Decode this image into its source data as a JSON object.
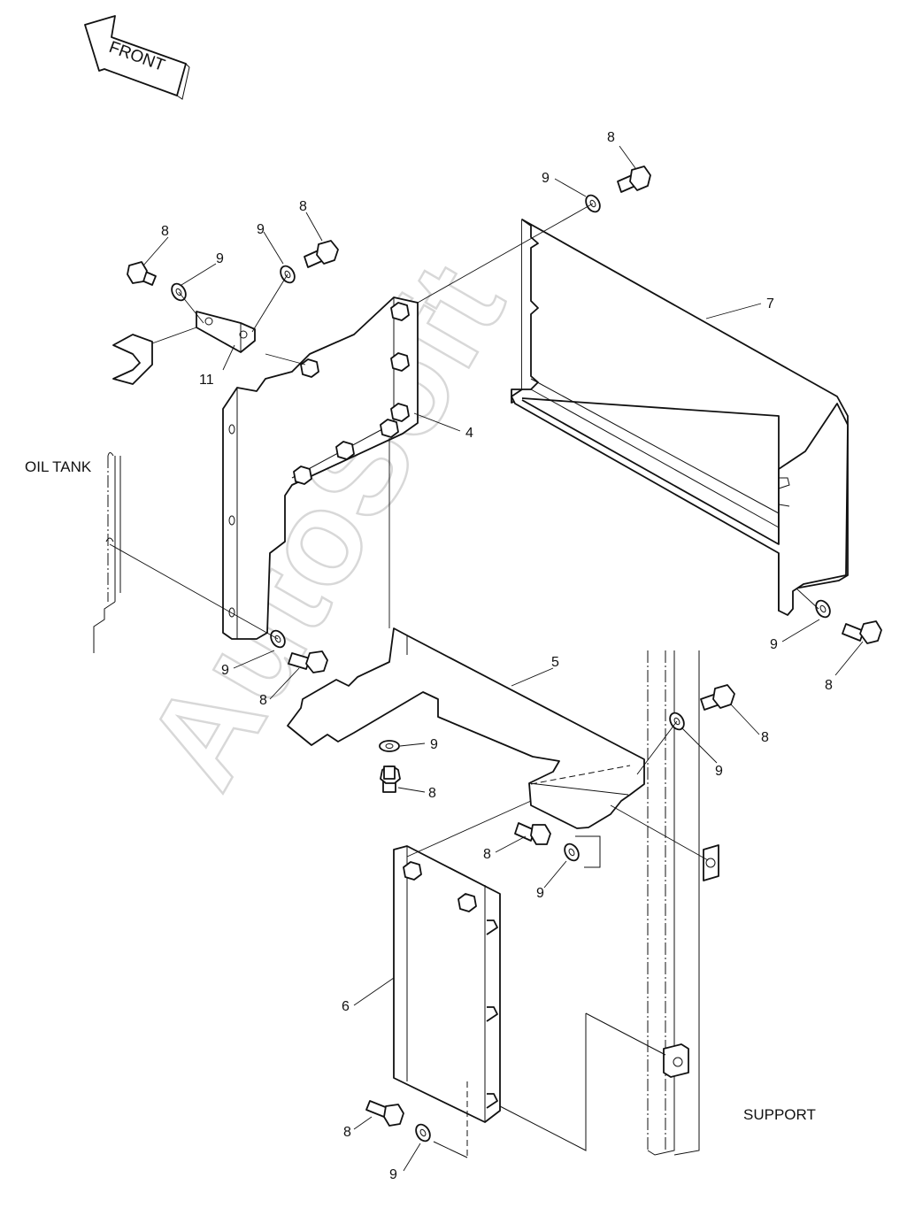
{
  "front_arrow": {
    "label": "FRONT"
  },
  "labels": {
    "oil_tank": "OIL TANK",
    "support": "SUPPORT"
  },
  "watermark": "AutoSoft",
  "callouts": [
    "8",
    "9",
    "8",
    "9",
    "9",
    "8",
    "11",
    "7",
    "4",
    "9",
    "8",
    "9",
    "8",
    "5",
    "8",
    "9",
    "9",
    "8",
    "8",
    "9",
    "6",
    "8",
    "9"
  ]
}
